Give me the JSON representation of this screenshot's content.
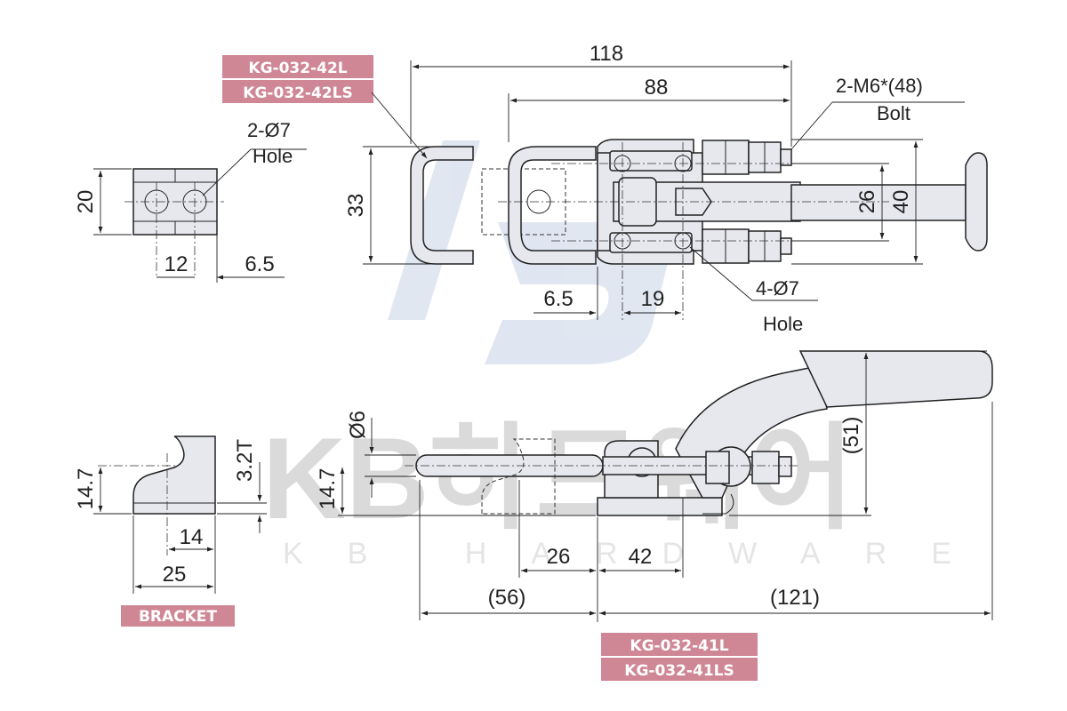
{
  "labels": {
    "top_model_1": "KG-032-42L",
    "top_model_2": "KG-032-42LS",
    "bottom_model_1": "KG-032-41L",
    "bottom_model_2": "KG-032-41LS",
    "bracket": "BRACKET"
  },
  "notes": {
    "bracket_holes_1": "2-Ø7",
    "bracket_holes_2": "Hole",
    "bolt_1": "2-M6*(48)",
    "bolt_2": "Bolt",
    "base_holes_1": "4-Ø7",
    "base_holes_2": "Hole"
  },
  "dimensions": {
    "top_overall": "118",
    "top_base": "88",
    "top_height": "33",
    "top_inner": "26",
    "top_outer": "40",
    "top_6_5": "6.5",
    "top_19": "19",
    "bracket_top_height": "20",
    "bracket_top_12": "12",
    "bracket_top_6_5": "6.5",
    "bracket_side_height": "14.7",
    "bracket_side_thickness": "3.2T",
    "bracket_side_14": "14",
    "bracket_side_width": "25",
    "side_rod_dia": "Ø6",
    "side_14_7": "14.7",
    "side_26": "26",
    "side_42": "42",
    "side_56": "(56)",
    "side_121": "(121)",
    "side_51": "(51)"
  },
  "watermark": {
    "main": "KB하드웨어",
    "sub": "KB HARDWARE",
    "logo": "KB"
  },
  "colors": {
    "label_bg": "#cf8796",
    "part_fill": "#e6e8ee",
    "watermark_blue": "#c7d3e6",
    "watermark_gray": "#bcbcbc"
  }
}
